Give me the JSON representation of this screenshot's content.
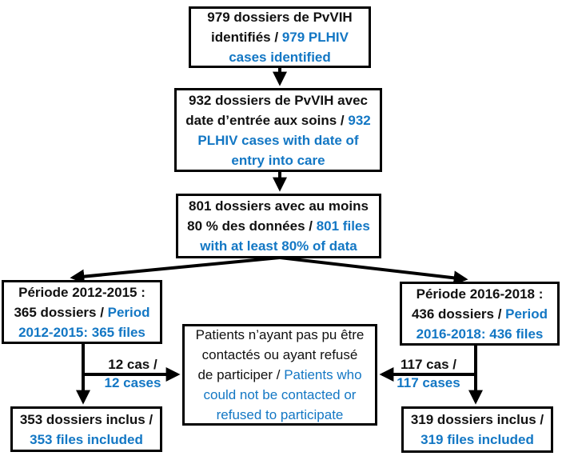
{
  "colors": {
    "black": "#111111",
    "blue": "#1377c4"
  },
  "boxes": {
    "identified": {
      "lines": [
        [
          {
            "t": "979 dossiers de PvVIH",
            "c": "fr"
          }
        ],
        [
          {
            "t": "identifiés / ",
            "c": "fr"
          },
          {
            "t": "979 PLHIV",
            "c": "en"
          }
        ],
        [
          {
            "t": "cases identified",
            "c": "en"
          }
        ]
      ]
    },
    "entry_date": {
      "lines": [
        [
          {
            "t": "932 dossiers de PvVIH avec",
            "c": "fr"
          }
        ],
        [
          {
            "t": "date d’entrée aux soins / ",
            "c": "fr"
          },
          {
            "t": "932",
            "c": "en"
          }
        ],
        [
          {
            "t": "PLHIV cases with date of",
            "c": "en"
          }
        ],
        [
          {
            "t": "entry into care",
            "c": "en"
          }
        ]
      ]
    },
    "data_80pct": {
      "lines": [
        [
          {
            "t": "801 dossiers avec au moins",
            "c": "fr"
          }
        ],
        [
          {
            "t": "80 % des données / ",
            "c": "fr"
          },
          {
            "t": "801 files",
            "c": "en"
          }
        ],
        [
          {
            "t": "with at least 80% of data",
            "c": "en"
          }
        ]
      ]
    },
    "period_2012_2015": {
      "lines": [
        [
          {
            "t": "Période 2012-2015 :",
            "c": "fr"
          }
        ],
        [
          {
            "t": "365 dossiers / ",
            "c": "fr"
          },
          {
            "t": "Period",
            "c": "en"
          }
        ],
        [
          {
            "t": "2012-2015: 365 files",
            "c": "en"
          }
        ]
      ]
    },
    "period_2016_2018": {
      "lines": [
        [
          {
            "t": "Période 2016-2018 :",
            "c": "fr"
          }
        ],
        [
          {
            "t": "436 dossiers / ",
            "c": "fr"
          },
          {
            "t": "Period",
            "c": "en"
          }
        ],
        [
          {
            "t": "2016-2018: 436 files",
            "c": "en"
          }
        ]
      ]
    },
    "excluded": {
      "lines": [
        [
          {
            "t": "Patients n’ayant pas pu être",
            "c": "fr"
          }
        ],
        [
          {
            "t": "contactés ou ayant refusé",
            "c": "fr"
          }
        ],
        [
          {
            "t": "de participer / ",
            "c": "fr"
          },
          {
            "t": "Patients who",
            "c": "en"
          }
        ],
        [
          {
            "t": "could not be contacted or",
            "c": "en"
          }
        ],
        [
          {
            "t": "refused to participate",
            "c": "en"
          }
        ]
      ]
    },
    "included_2012_2015": {
      "lines": [
        [
          {
            "t": "353 dossiers inclus /",
            "c": "fr"
          }
        ],
        [
          {
            "t": "353 files included",
            "c": "en"
          }
        ]
      ]
    },
    "included_2016_2018": {
      "lines": [
        [
          {
            "t": "319 dossiers inclus /",
            "c": "fr"
          }
        ],
        [
          {
            "t": "319 files included",
            "c": "en"
          }
        ]
      ]
    }
  },
  "labels": {
    "excluded_left": {
      "fr": "12 cas /",
      "en": "12 cases"
    },
    "excluded_right": {
      "fr": "117 cas /",
      "en": "117 cases"
    }
  }
}
